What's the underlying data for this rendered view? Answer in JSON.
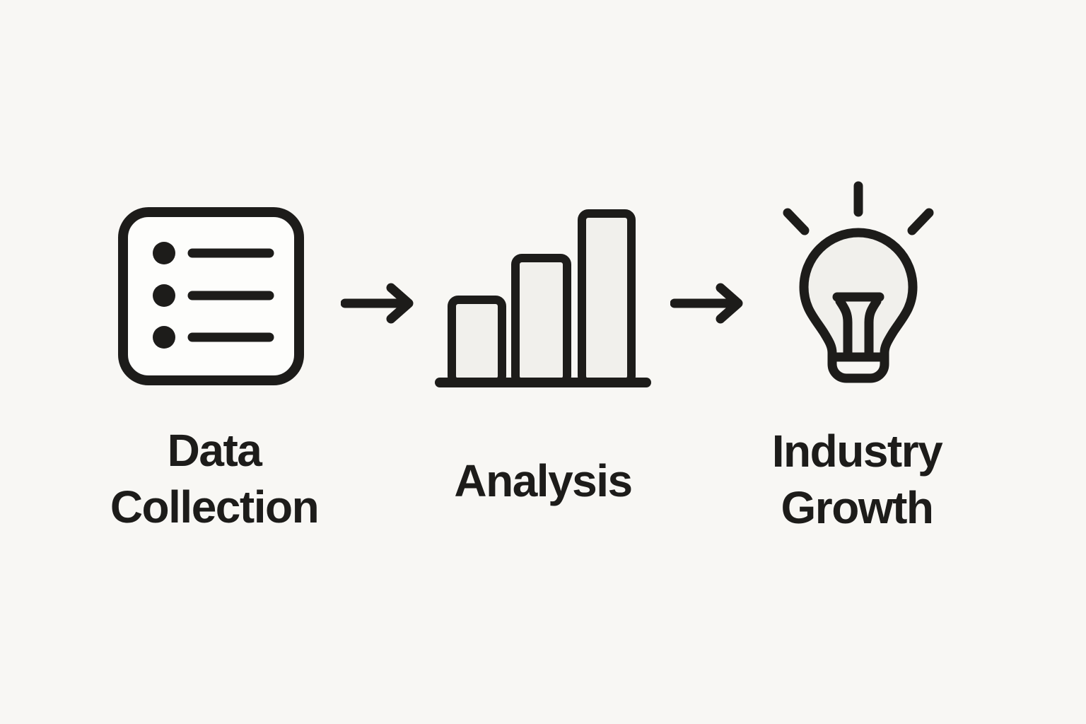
{
  "diagram": {
    "colors": {
      "background": "#f8f7f4",
      "ink": "#1d1c1a",
      "bar_fill": "#f1f0ec",
      "panel_fill": "#fdfdfb"
    },
    "steps": [
      {
        "id": "data-collection",
        "label": "Data Collection",
        "icon": "list-icon"
      },
      {
        "id": "analysis",
        "label": "Analysis",
        "icon": "bar-chart-icon"
      },
      {
        "id": "industry-growth",
        "label": "Industry Growth",
        "icon": "lightbulb-icon"
      }
    ],
    "connectors": [
      {
        "icon": "arrow-right-icon"
      },
      {
        "icon": "arrow-right-icon"
      }
    ]
  }
}
